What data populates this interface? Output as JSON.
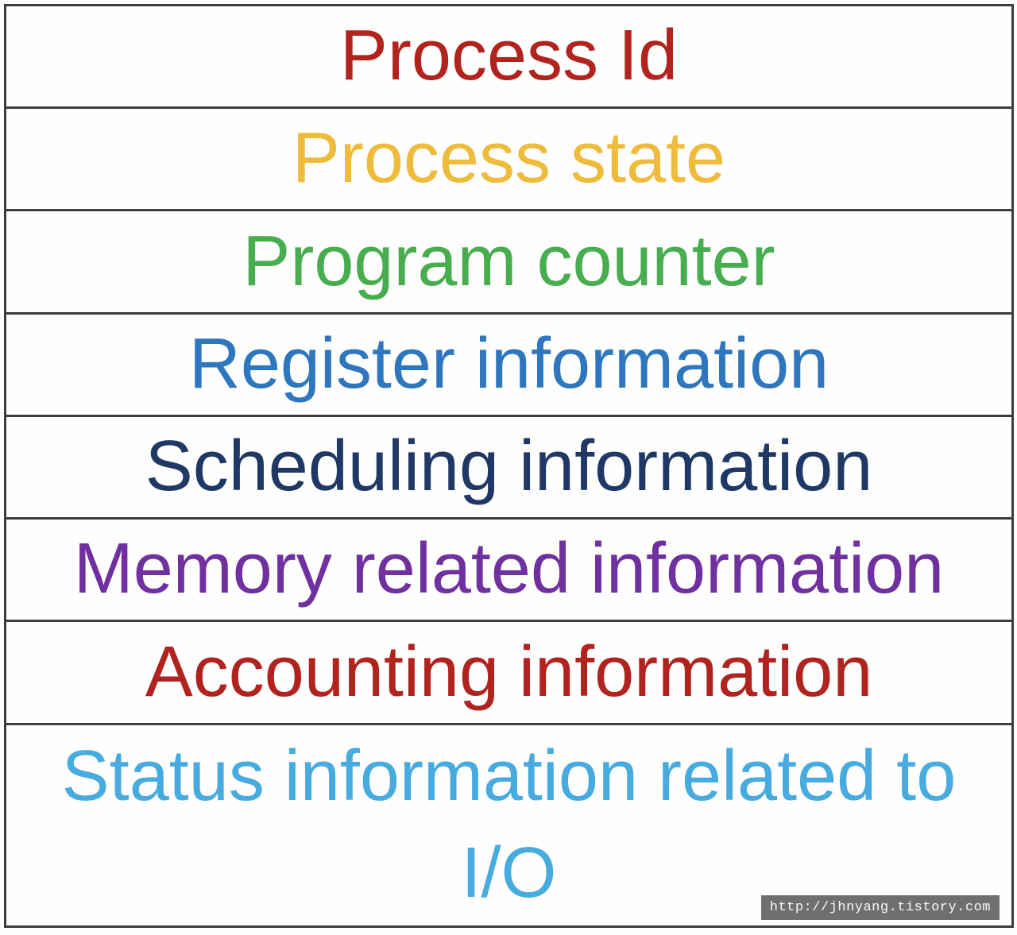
{
  "table": {
    "border_color": "#3d3d3d",
    "rows": [
      {
        "label": "Process Id",
        "color": "#b2231e",
        "tall": false
      },
      {
        "label": "Process state",
        "color": "#eebb3b",
        "tall": false
      },
      {
        "label": "Program counter",
        "color": "#47ad4f",
        "tall": false
      },
      {
        "label": "Register information",
        "color": "#2e76be",
        "tall": false
      },
      {
        "label": "Scheduling information",
        "color": "#1f3865",
        "tall": false
      },
      {
        "label": "Memory related information",
        "color": "#7030a0",
        "tall": false
      },
      {
        "label": "Accounting information",
        "color": "#b0231e",
        "tall": false
      },
      {
        "label": "Status information related to I/O",
        "color": "#47abdf",
        "tall": true
      }
    ]
  },
  "watermark": {
    "text": "http://jhnyang.tistory.com",
    "background": "#6f6f6f",
    "text_color": "#f8f8f8"
  }
}
